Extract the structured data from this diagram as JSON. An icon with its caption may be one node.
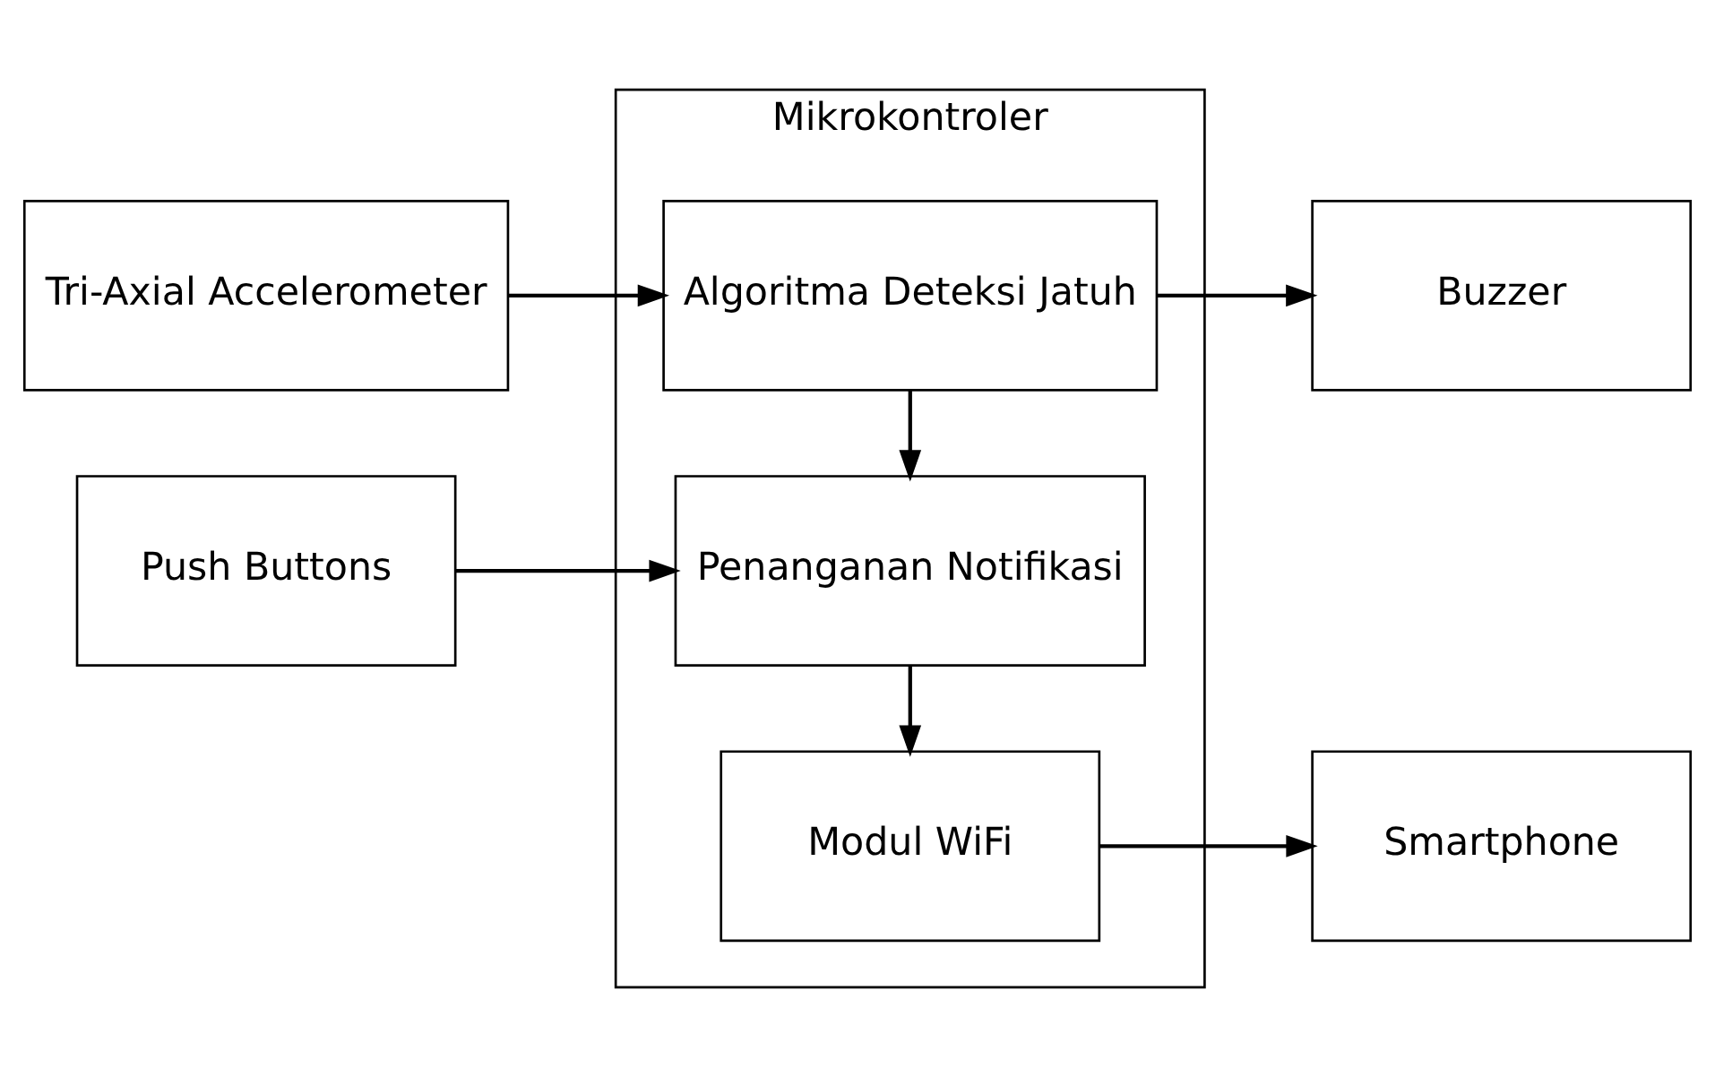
{
  "diagram": {
    "nodes": [
      {
        "text": [
          "Mikrokontroler"
        ]
      },
      {
        "text": [
          "Tri-Axial Accelerometer"
        ]
      },
      {
        "text": [
          "Algoritma Deteksi Jatuh"
        ],
        "in": 0
      },
      {
        "text": [
          "Buzzer"
        ]
      },
      {
        "text": [
          "Penanganan Notifikasi"
        ],
        "in": 0
      },
      {
        "text": [
          "Push Buttons"
        ]
      },
      {
        "text": [
          "Modul WiFi"
        ],
        "in": 0
      },
      {
        "text": [
          "Smartphone"
        ]
      }
    ],
    "edges": [
      {
        "from": 1,
        "to": 2,
        "arrow": "to"
      },
      {
        "from": 2,
        "to": 3,
        "arrow": "to"
      },
      {
        "from": 2,
        "to": 4,
        "arrow": "to"
      },
      {
        "from": 5,
        "to": 4,
        "arrow": "to"
      },
      {
        "from": 4,
        "to": 6,
        "arrow": "to"
      },
      {
        "from": 6,
        "to": 7,
        "arrow": "to"
      }
    ]
  }
}
